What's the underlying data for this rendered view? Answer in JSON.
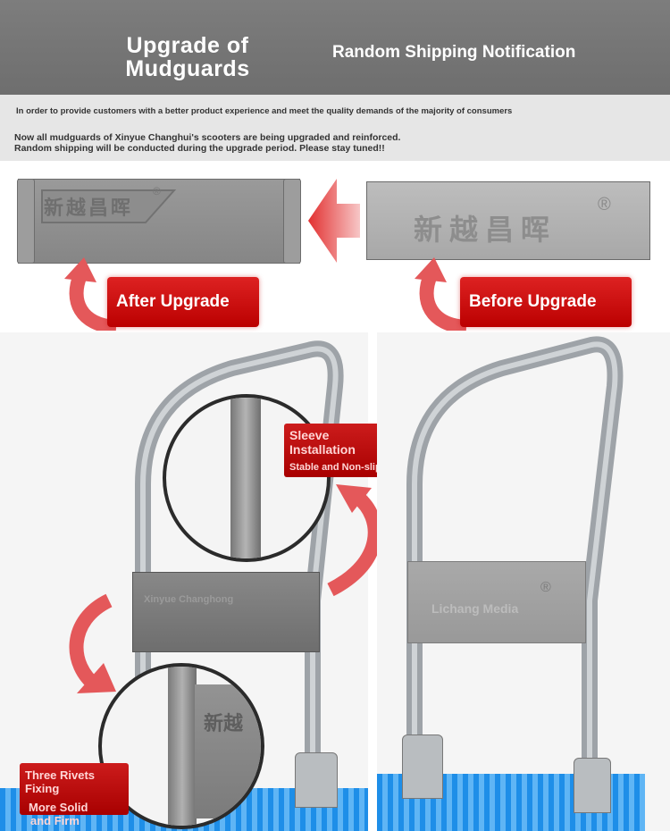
{
  "header": {
    "title_line1": "Upgrade of",
    "title_line2": "Mudguards",
    "notice": "Random Shipping Notification"
  },
  "intro": {
    "line1": "In order to provide customers with a better product experience and meet the quality demands of the majority of consumers",
    "line2a": "Now all mudguards of Xinyue Changhui's scooters are being upgraded and reinforced.",
    "line2b": " Random shipping will be conducted during the upgrade period. Please stay tuned!!"
  },
  "plates": {
    "logo_text": "新越昌晖",
    "trademark": "®"
  },
  "labels": {
    "after": "After Upgrade",
    "before": "Before Upgrade"
  },
  "callouts": {
    "sleeve_title": "Sleeve Installation",
    "sleeve_sub": "Stable and Non-slip",
    "rivets_title": "Three Rivets Fixing",
    "rivets_sub1": "More Solid",
    "rivets_sub2": "and Firm"
  },
  "watermarks": {
    "left_plate": "Xinyue Changhong",
    "right_plate": "Lichang Media",
    "zoom_plate": "新越"
  },
  "colors": {
    "accent_red": "#c40f0f",
    "header_gray": "#777777",
    "cart_blue": "#1e8ee8",
    "frame_silver": "#a9adb3"
  }
}
